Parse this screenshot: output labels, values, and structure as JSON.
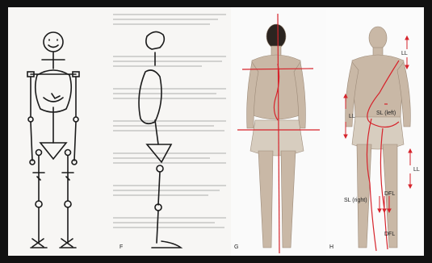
{
  "labels": {
    "panel_f": "F",
    "panel_g": "G",
    "panel_h": "H",
    "ll_top": "LL",
    "ll_left": "LL",
    "ll_right": "LL",
    "sl_left": "SL (left)",
    "sl_right": "SL (right)",
    "dfl_upper": "DFL",
    "dfl_lower": "DFL"
  },
  "colors": {
    "line_red": "#d6232b",
    "ink": "#222222"
  }
}
